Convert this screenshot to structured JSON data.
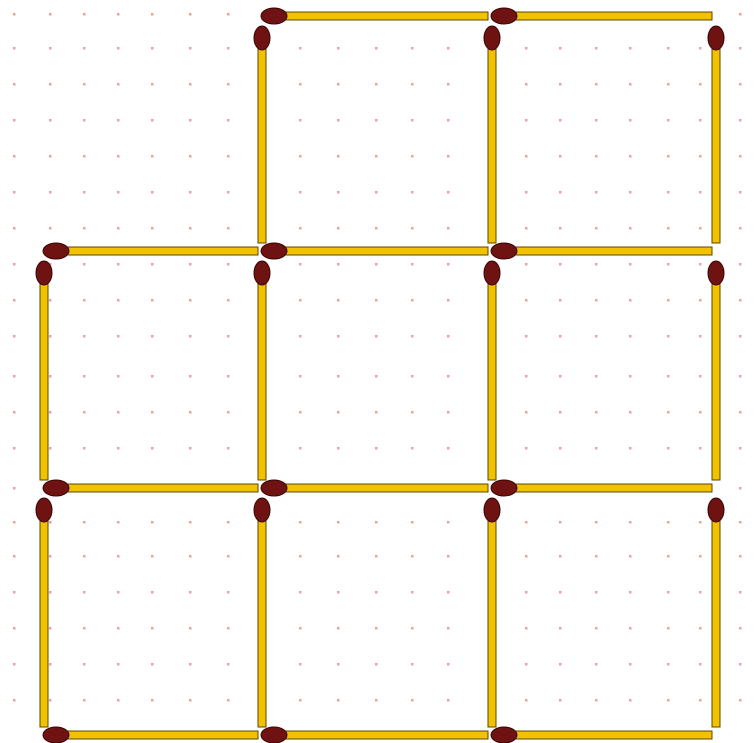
{
  "colors": {
    "background": "#ffffff",
    "stick_fill": "#f2c200",
    "stick_edge": "#5a4700",
    "match_head": "#6e1212",
    "match_head_edge": "#3a0606",
    "grid_dot": "#e8a0a0"
  },
  "puzzle": {
    "type": "matchstick-grid",
    "cells": [
      {
        "row": 0,
        "col": 1
      },
      {
        "row": 0,
        "col": 2
      },
      {
        "row": 1,
        "col": 0
      },
      {
        "row": 1,
        "col": 1
      },
      {
        "row": 1,
        "col": 2
      },
      {
        "row": 2,
        "col": 0
      },
      {
        "row": 2,
        "col": 1
      },
      {
        "row": 2,
        "col": 2
      }
    ],
    "horizontal_matches": [
      {
        "row": 0,
        "col": 1
      },
      {
        "row": 0,
        "col": 2
      },
      {
        "row": 1,
        "col": 0
      },
      {
        "row": 1,
        "col": 1
      },
      {
        "row": 1,
        "col": 2
      },
      {
        "row": 2,
        "col": 0
      },
      {
        "row": 2,
        "col": 1
      },
      {
        "row": 2,
        "col": 2
      },
      {
        "row": 3,
        "col": 0
      },
      {
        "row": 3,
        "col": 1
      },
      {
        "row": 3,
        "col": 2
      }
    ],
    "vertical_matches": [
      {
        "row": 0,
        "col": 1
      },
      {
        "row": 0,
        "col": 2
      },
      {
        "row": 0,
        "col": 3
      },
      {
        "row": 1,
        "col": 0
      },
      {
        "row": 1,
        "col": 1
      },
      {
        "row": 1,
        "col": 2
      },
      {
        "row": 1,
        "col": 3
      },
      {
        "row": 2,
        "col": 0
      },
      {
        "row": 2,
        "col": 1
      },
      {
        "row": 2,
        "col": 2
      },
      {
        "row": 2,
        "col": 3
      }
    ]
  }
}
